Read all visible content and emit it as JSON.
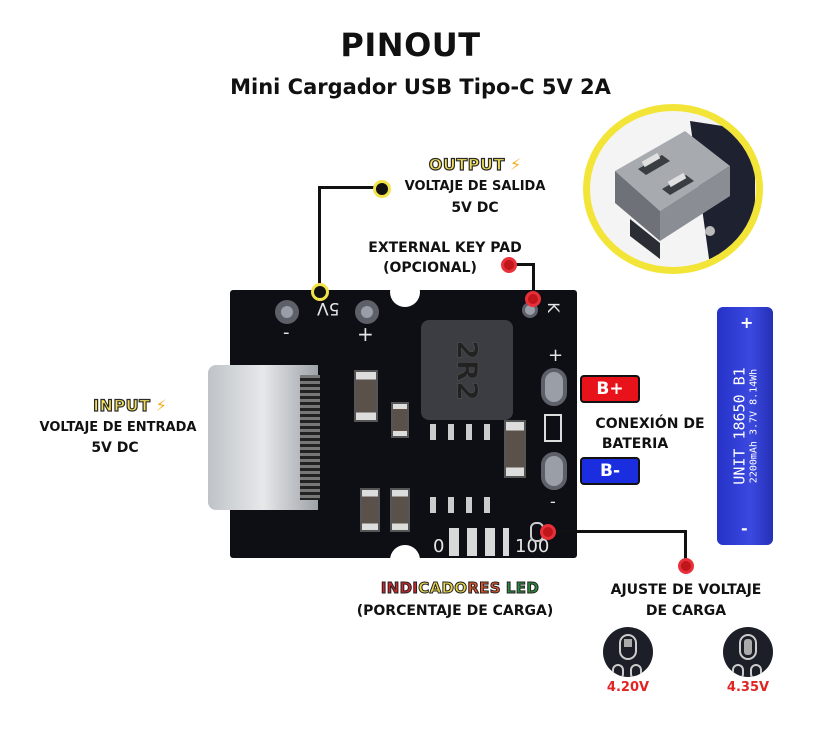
{
  "header": {
    "title": "PINOUT",
    "subtitle": "Mini Cargador USB Tipo-C 5V 2A"
  },
  "output": {
    "tag": "OUTPUT",
    "line1": "VOLTAJE DE SALIDA",
    "line2": "5V DC"
  },
  "external_key": {
    "line1": "EXTERNAL KEY PAD",
    "line2": "(OPCIONAL)"
  },
  "input": {
    "tag": "INPUT",
    "line1": "VOLTAJE DE ENTRADA",
    "line2": "5V DC"
  },
  "battery_connection": {
    "b_plus": "B+",
    "b_minus": "B-",
    "line1": "CONEXIÓN DE",
    "line2": "BATERIA",
    "b_plus_color": "#e8121a",
    "b_minus_color": "#1a2ee0"
  },
  "battery_cell": {
    "plus": "+",
    "minus": "-",
    "model": "UNIT 18650 B1",
    "specs": "2200mAh 3.7V 8.14Wh",
    "color": "#2f3dd6"
  },
  "led_indicators": {
    "title_parts": [
      {
        "text": "INDI",
        "color": "#c8262b"
      },
      {
        "text": "CADORES",
        "color": "#e9d64a"
      },
      {
        "text": "RES",
        "color": "#e0552a"
      },
      {
        "text": "LED",
        "color": "#2e8a3e"
      }
    ],
    "subtitle": "(PORCENTAJE DE CARGA)"
  },
  "charge_voltage": {
    "line1": "AJUSTE DE VOLTAJE",
    "line2": "DE CARGA",
    "options": [
      {
        "label": "4.20V"
      },
      {
        "label": "4.35V"
      }
    ]
  },
  "pcb_silkscreen": {
    "five_v": "5V",
    "minus": "-",
    "plus": "+",
    "k": "K",
    "bat_plus": "+",
    "bat_minus": "-",
    "inductor": "2R2",
    "led_min": "0",
    "led_max": "100"
  },
  "colors": {
    "output_marker": "#f2e34a",
    "key_marker": "#e8303a",
    "zoom_ring": "#f3e438",
    "voltage_label": "#e02424"
  }
}
